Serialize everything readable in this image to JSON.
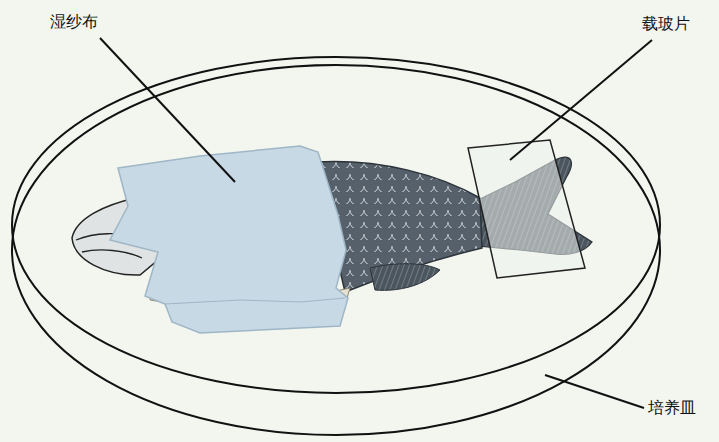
{
  "diagram": {
    "labels": [
      "湿纱布",
      "载玻片",
      "培养皿"
    ]
  }
}
